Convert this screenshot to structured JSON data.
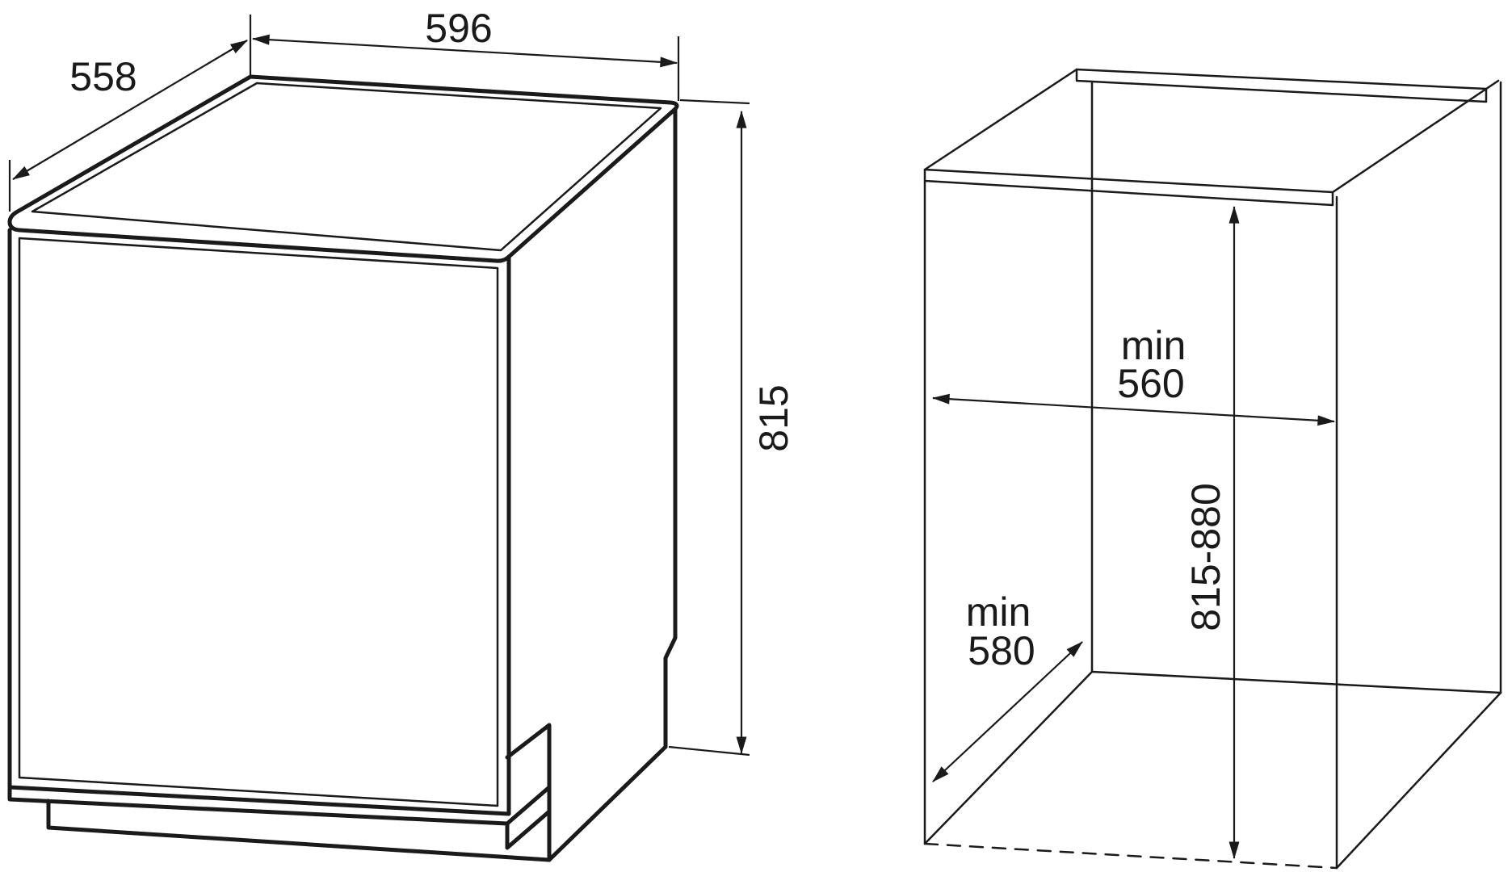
{
  "diagram": {
    "appliance": {
      "width_label": "596",
      "depth_label": "558",
      "height_label": "815"
    },
    "cabinet": {
      "width_min_word": "min",
      "width_value": "560",
      "depth_min_word": "min",
      "depth_value": "580",
      "height_range": "815-880"
    },
    "colors": {
      "line": "#1a1a1a",
      "background": "#ffffff"
    }
  }
}
